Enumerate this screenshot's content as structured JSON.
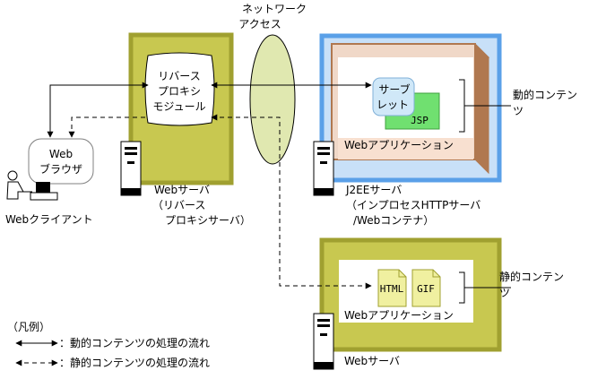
{
  "network": {
    "line1": "ネットワーク",
    "line2": "アクセス"
  },
  "reverse_proxy_module": {
    "line1": "リバース",
    "line2": "プロキシ",
    "line3": "モジュール"
  },
  "web_server_proxy": {
    "line1": "Webサーバ",
    "line2": "（リバース",
    "line3": "プロキシサーバ）"
  },
  "browser": {
    "line1": "Web",
    "line2": "ブラウザ"
  },
  "web_client": {
    "label": "Webクライアント"
  },
  "servlet": {
    "line1": "サーブ",
    "line2": "レット"
  },
  "jsp": {
    "label": "JSP"
  },
  "j2ee_web_app": {
    "label": "Webアプリケーション"
  },
  "j2ee_server": {
    "line1": "J2EEサーバ",
    "line2": "（インプロセスHTTPサーバ",
    "line3": "/Webコンテナ）"
  },
  "dynamic_contents": {
    "line1": "動的コンテン",
    "line2": "ツ"
  },
  "static_files": {
    "html": "HTML",
    "gif": "GIF"
  },
  "static_web_app": {
    "label": "Webアプリケーション"
  },
  "static_contents": {
    "line1": "静的コンテン",
    "line2": "ツ"
  },
  "web_server_static": {
    "label": "Webサーバ"
  },
  "legend": {
    "title": "（凡例）",
    "dynamic": "：動的コンテンツの処理の流れ",
    "static": "：静的コンテンツの処理の流れ"
  },
  "colors": {
    "olive_border": "#a0a030",
    "olive_fill": "#c8c850",
    "blue_border": "#5aa0e8",
    "blue_fill": "#c8e0f8",
    "tan_border": "#b07850",
    "tan_fill": "#f0d8c8",
    "peach": "#f8e0d0",
    "servlet_fill": "#d0e8f8",
    "jsp_fill": "#70e070",
    "ellipse_fill": "#e0e8b0",
    "file_fill": "#f0f0a0"
  }
}
